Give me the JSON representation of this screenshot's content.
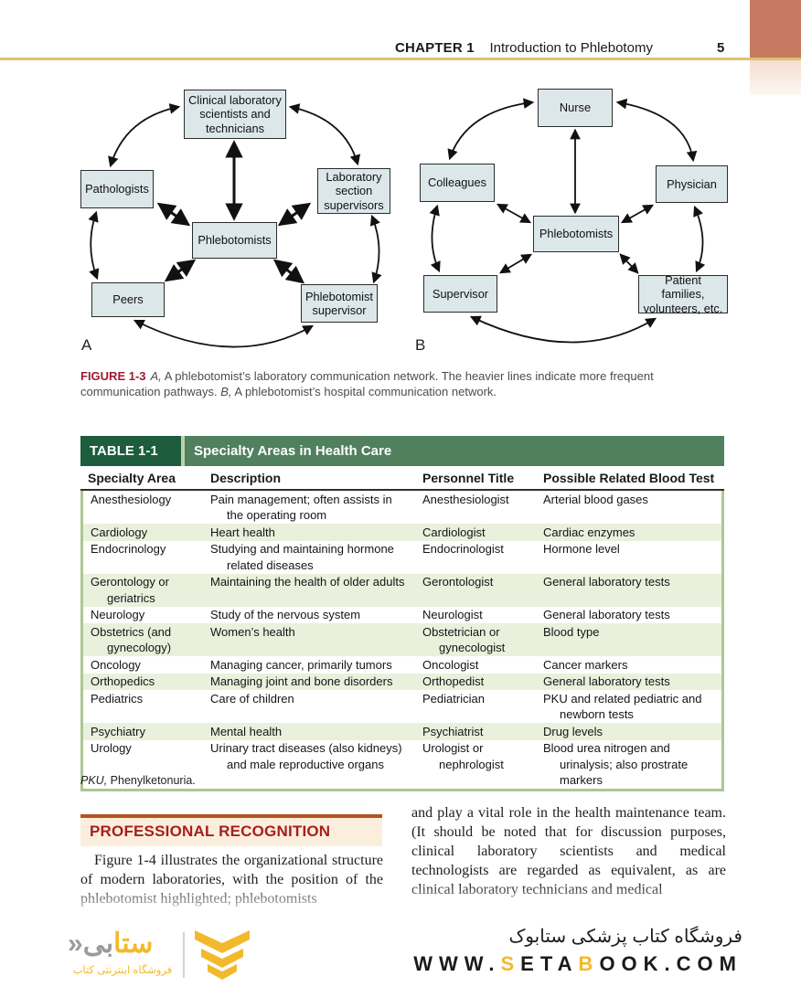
{
  "header": {
    "chapter_label": "CHAPTER 1",
    "chapter_title": "Introduction to Phlebotomy",
    "page_number": "5"
  },
  "figure": {
    "label": "FIGURE 1-3",
    "caption_parts": [
      {
        "text": "A,",
        "italic": true
      },
      {
        "text": " A phlebotomist’s laboratory communication network. The heavier lines indicate more frequent communication pathways. ",
        "italic": false
      },
      {
        "text": "B,",
        "italic": true
      },
      {
        "text": " A phlebotomist’s hospital communication network.",
        "italic": false
      }
    ],
    "diagram_a": {
      "label": "A",
      "nodes": {
        "top": "Clinical laboratory scientists and technicians",
        "left": "Pathologists",
        "right": "Laboratory section supervisors",
        "center": "Phlebotomists",
        "bottom_left": "Peers",
        "bottom_right": "Phlebotomist supervisor"
      }
    },
    "diagram_b": {
      "label": "B",
      "nodes": {
        "top": "Nurse",
        "left": "Colleagues",
        "right": "Physician",
        "center": "Phlebotomists",
        "bottom_left": "Supervisor",
        "bottom_right": "Patient families, volunteers, etc."
      }
    }
  },
  "table": {
    "label": "TABLE 1-1",
    "title": "Specialty Areas in Health Care",
    "columns": [
      "Specialty Area",
      "Description",
      "Personnel Title",
      "Possible Related Blood Test"
    ],
    "rows": [
      [
        "Anesthesiology",
        "Pain management; often assists in the operating room",
        "Anesthesiologist",
        "Arterial blood gases"
      ],
      [
        "Cardiology",
        "Heart health",
        "Cardiologist",
        "Cardiac enzymes"
      ],
      [
        "Endocrinology",
        "Studying and maintaining hormone related diseases",
        "Endocrinologist",
        "Hormone level"
      ],
      [
        "Gerontology or geriatrics",
        "Maintaining the health of older adults",
        "Gerontologist",
        "General laboratory tests"
      ],
      [
        "Neurology",
        "Study of the nervous system",
        "Neurologist",
        "General laboratory tests"
      ],
      [
        "Obstetrics (and gynecology)",
        "Women’s health",
        "Obstetrician or gynecologist",
        "Blood type"
      ],
      [
        "Oncology",
        "Managing cancer, primarily tumors",
        "Oncologist",
        "Cancer markers"
      ],
      [
        "Orthopedics",
        "Managing joint and bone disorders",
        "Orthopedist",
        "General laboratory tests"
      ],
      [
        "Pediatrics",
        "Care of children",
        "Pediatrician",
        "PKU and related pediatric and newborn tests"
      ],
      [
        "Psychiatry",
        "Mental health",
        "Psychiatrist",
        "Drug levels"
      ],
      [
        "Urology",
        "Urinary tract diseases (also kidneys) and male reproductive organs",
        "Urologist or nephrologist",
        "Blood urea nitrogen and urinalysis; also prostrate markers"
      ]
    ],
    "footnote": {
      "abbr": "PKU,",
      "text": " Phenylketonuria."
    }
  },
  "section": {
    "heading": "PROFESSIONAL RECOGNITION"
  },
  "body": {
    "left_paragraph": "Figure 1-4 illustrates the organizational structure of modern laboratories, with the position of the phlebotomist highlighted; phlebotomists",
    "right_paragraph": "and play a vital role in the health maintenance team. (It should be noted that for discussion purposes, clinical laboratory scientists and medical technologists are regarded as equivalent, as are clinical laboratory technicians and medical"
  },
  "footer": {
    "logo": {
      "wordmark_parts": [
        {
          "text": "ستا",
          "color": "#f2b92d"
        },
        {
          "text": "بی",
          "color": "#9b9b9b"
        },
        {
          "text": "«",
          "color": "#9b9b9b"
        }
      ],
      "tagline": "فروشگاه اینترنتی کتاب"
    },
    "store_name": "فروشگاه کتاب پزشکی ستابوک",
    "url_parts": [
      {
        "text": "WWW.",
        "color": "#1a1a1a"
      },
      {
        "text": "S",
        "color": "#f2b92d"
      },
      {
        "text": "ETA",
        "color": "#1a1a1a"
      },
      {
        "text": "B",
        "color": "#f2b92d"
      },
      {
        "text": "OOK.COM",
        "color": "#1a1a1a"
      }
    ]
  },
  "colors": {
    "table_green_dark": "#1d5c3d",
    "table_green": "#50805e",
    "table_row_alt": "#e9f1dd",
    "table_border": "#abc893",
    "heading_red": "#a5201e",
    "heading_bg": "#fceedd",
    "heading_border": "#b5541c",
    "figure_label_red": "#9b1b32",
    "gold_rule": "#dfc26a",
    "corner_salmon": "#c57a61",
    "corner_pink": "#f4ded3",
    "diagram_box_fill": "#dce7ea",
    "brand_yellow": "#f2b92d"
  }
}
